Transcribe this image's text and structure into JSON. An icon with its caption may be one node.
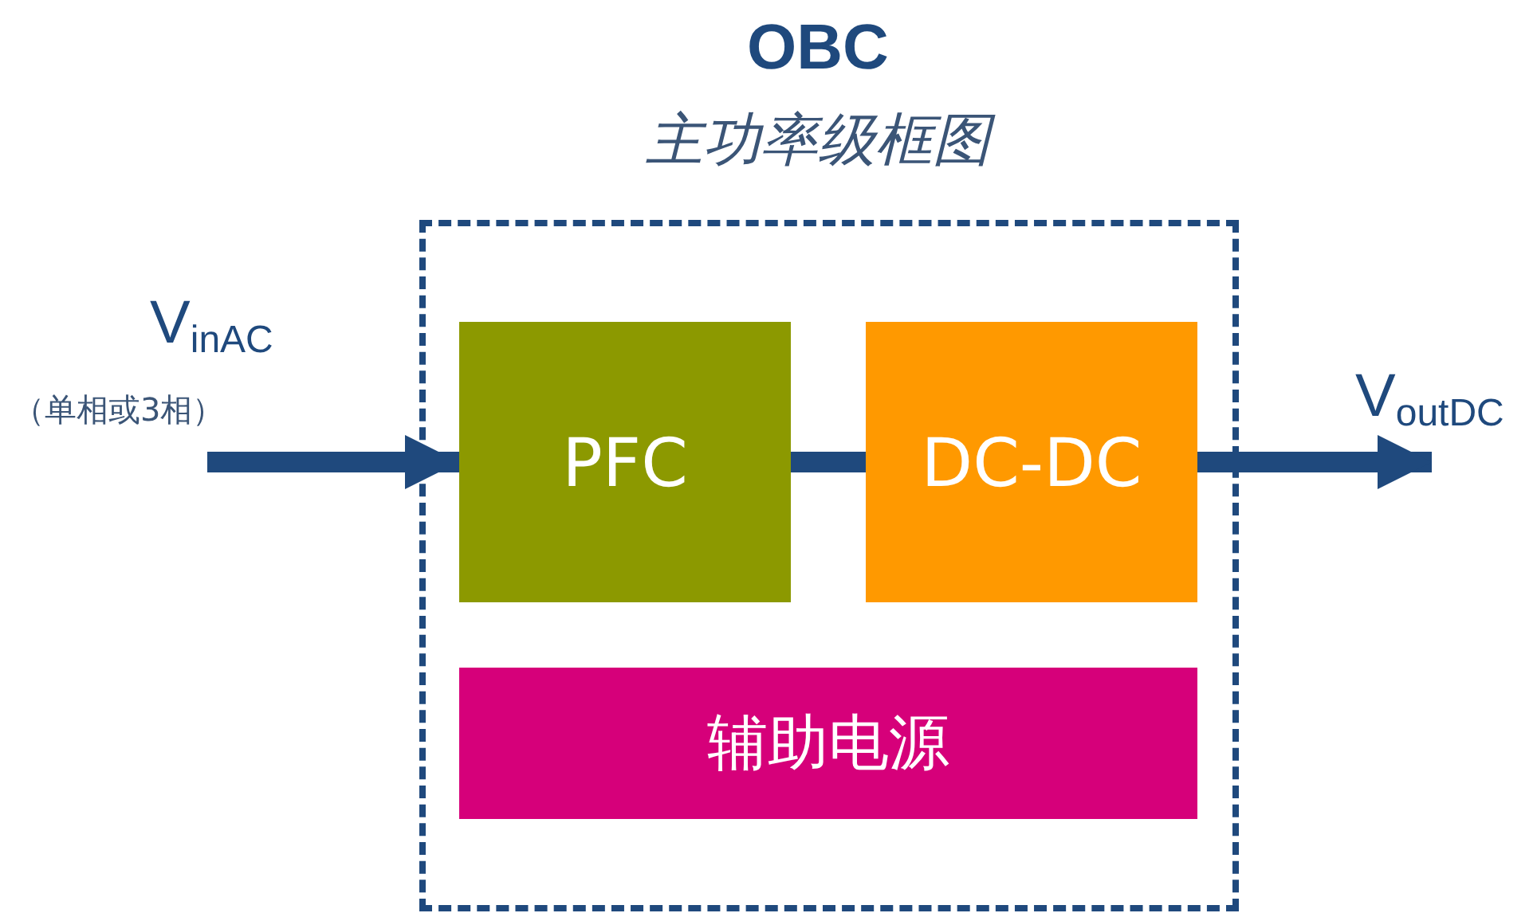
{
  "diagram": {
    "title": "OBC",
    "caption": "主功率级框图",
    "nodes": [
      {
        "text": [],
        "shape": "box"
      },
      {
        "text": [
          "PFC"
        ],
        "in": 0
      },
      {
        "text": [
          "DC-DC"
        ],
        "in": 0
      },
      {
        "text": [
          "辅助电源"
        ],
        "in": 0
      }
    ],
    "edges": [
      {
        "from": null,
        "to": 1,
        "arrow": "to"
      },
      {
        "from": 1,
        "to": 2,
        "arrow": "none"
      },
      {
        "from": 2,
        "to": null,
        "arrow": "to"
      }
    ],
    "labels": [
      "V$_{inAC}$",
      "（单相或3相）",
      "V$_{outDC}$"
    ]
  }
}
